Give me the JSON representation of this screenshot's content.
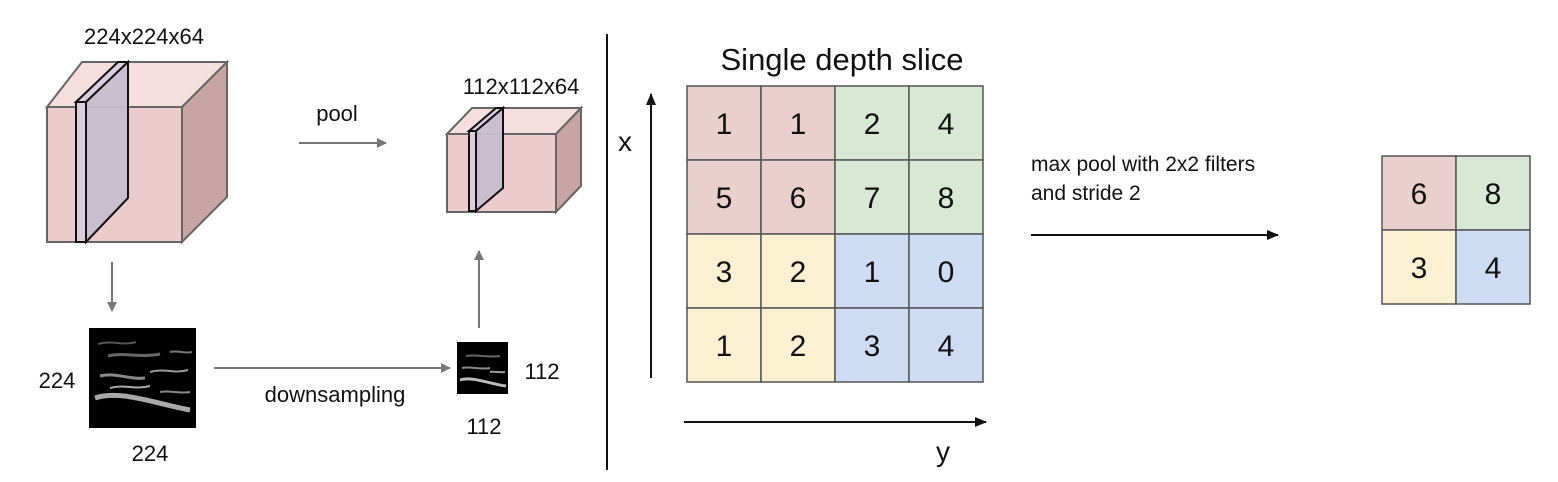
{
  "left": {
    "big_volume_label": "224x224x64",
    "pool_label": "pool",
    "small_volume_label": "112x112x64",
    "big_slice_side": "224",
    "big_slice_bottom": "224",
    "downsampling_label": "downsampling",
    "small_slice_side": "112",
    "small_slice_bottom": "112"
  },
  "right": {
    "title": "Single depth slice",
    "x_axis": "x",
    "y_axis": "y",
    "op_line1": "max pool with 2x2 filters",
    "op_line2": "and stride 2"
  },
  "grid": {
    "rows": [
      [
        "1",
        "1",
        "2",
        "4"
      ],
      [
        "5",
        "6",
        "7",
        "8"
      ],
      [
        "3",
        "2",
        "1",
        "0"
      ],
      [
        "1",
        "2",
        "3",
        "4"
      ]
    ],
    "quadrant_colors": [
      "#eacfcf",
      "#d9e8d4",
      "#fbf0d2",
      "#cddbf3"
    ]
  },
  "result": {
    "rows": [
      [
        "6",
        "8"
      ],
      [
        "3",
        "4"
      ]
    ]
  },
  "colors": {
    "volume_front": "#eccbcc",
    "volume_top": "#f4dede",
    "volume_side": "#c8a4a4",
    "slice_fill": "#c6bdcc",
    "arrow": "#777777"
  }
}
